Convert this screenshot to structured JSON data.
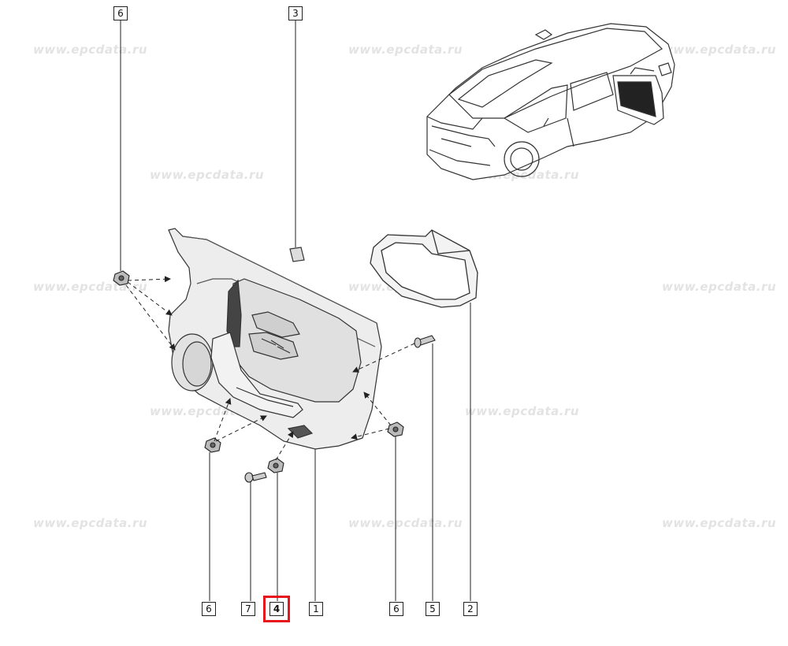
{
  "watermark": "www.epcdata.ru",
  "callouts": {
    "c6_top": "6",
    "c3_top": "3",
    "c6_bl": "6",
    "c7": "7",
    "c4": "4",
    "c1": "1",
    "c6_br": "6",
    "c5": "5",
    "c2": "2"
  },
  "selected_callout": "4",
  "colors": {
    "selection": "#e8141c",
    "line": "#222222",
    "watermark": "#e3e3e3"
  }
}
